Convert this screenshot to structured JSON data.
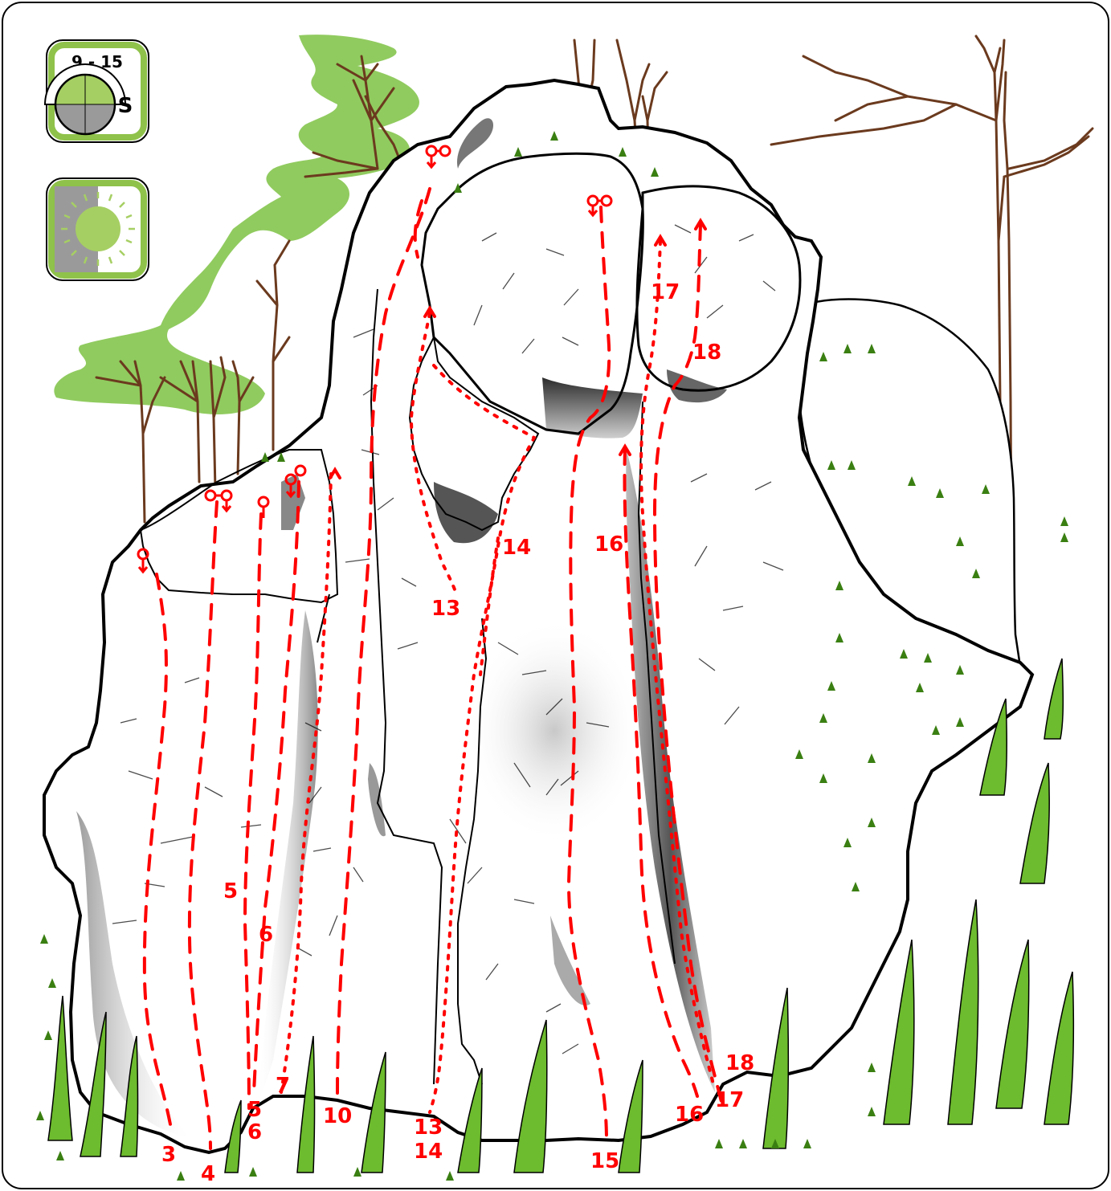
{
  "info_badges": {
    "time_range": "9 - 15",
    "orientation": "S",
    "orientation_fill_color": "#a6cf63",
    "badge_border_color": "#8fc24a",
    "sun_icon": "sun-icon"
  },
  "colors": {
    "route": "#ff0000",
    "rock_outline": "#000000",
    "foliage": "#7cc243",
    "trunk": "#6b3a1e",
    "grass": "#4f9a1e"
  },
  "route_labels": [
    {
      "id": "3",
      "text": "3"
    },
    {
      "id": "4",
      "text": "4"
    },
    {
      "id": "5-top",
      "text": "5"
    },
    {
      "id": "6-top",
      "text": "6"
    },
    {
      "id": "5-bottom",
      "text": "5"
    },
    {
      "id": "6-bottom",
      "text": "6"
    },
    {
      "id": "7",
      "text": "7"
    },
    {
      "id": "10",
      "text": "10"
    },
    {
      "id": "13-top",
      "text": "13"
    },
    {
      "id": "14-top",
      "text": "14"
    },
    {
      "id": "13-bottom",
      "text": "13"
    },
    {
      "id": "14-bottom",
      "text": "14"
    },
    {
      "id": "15",
      "text": "15"
    },
    {
      "id": "16-top",
      "text": "16"
    },
    {
      "id": "16-bottom",
      "text": "16"
    },
    {
      "id": "17-top",
      "text": "17"
    },
    {
      "id": "17-bottom",
      "text": "17"
    },
    {
      "id": "18-top",
      "text": "18"
    },
    {
      "id": "18-bottom",
      "text": "18"
    }
  ]
}
